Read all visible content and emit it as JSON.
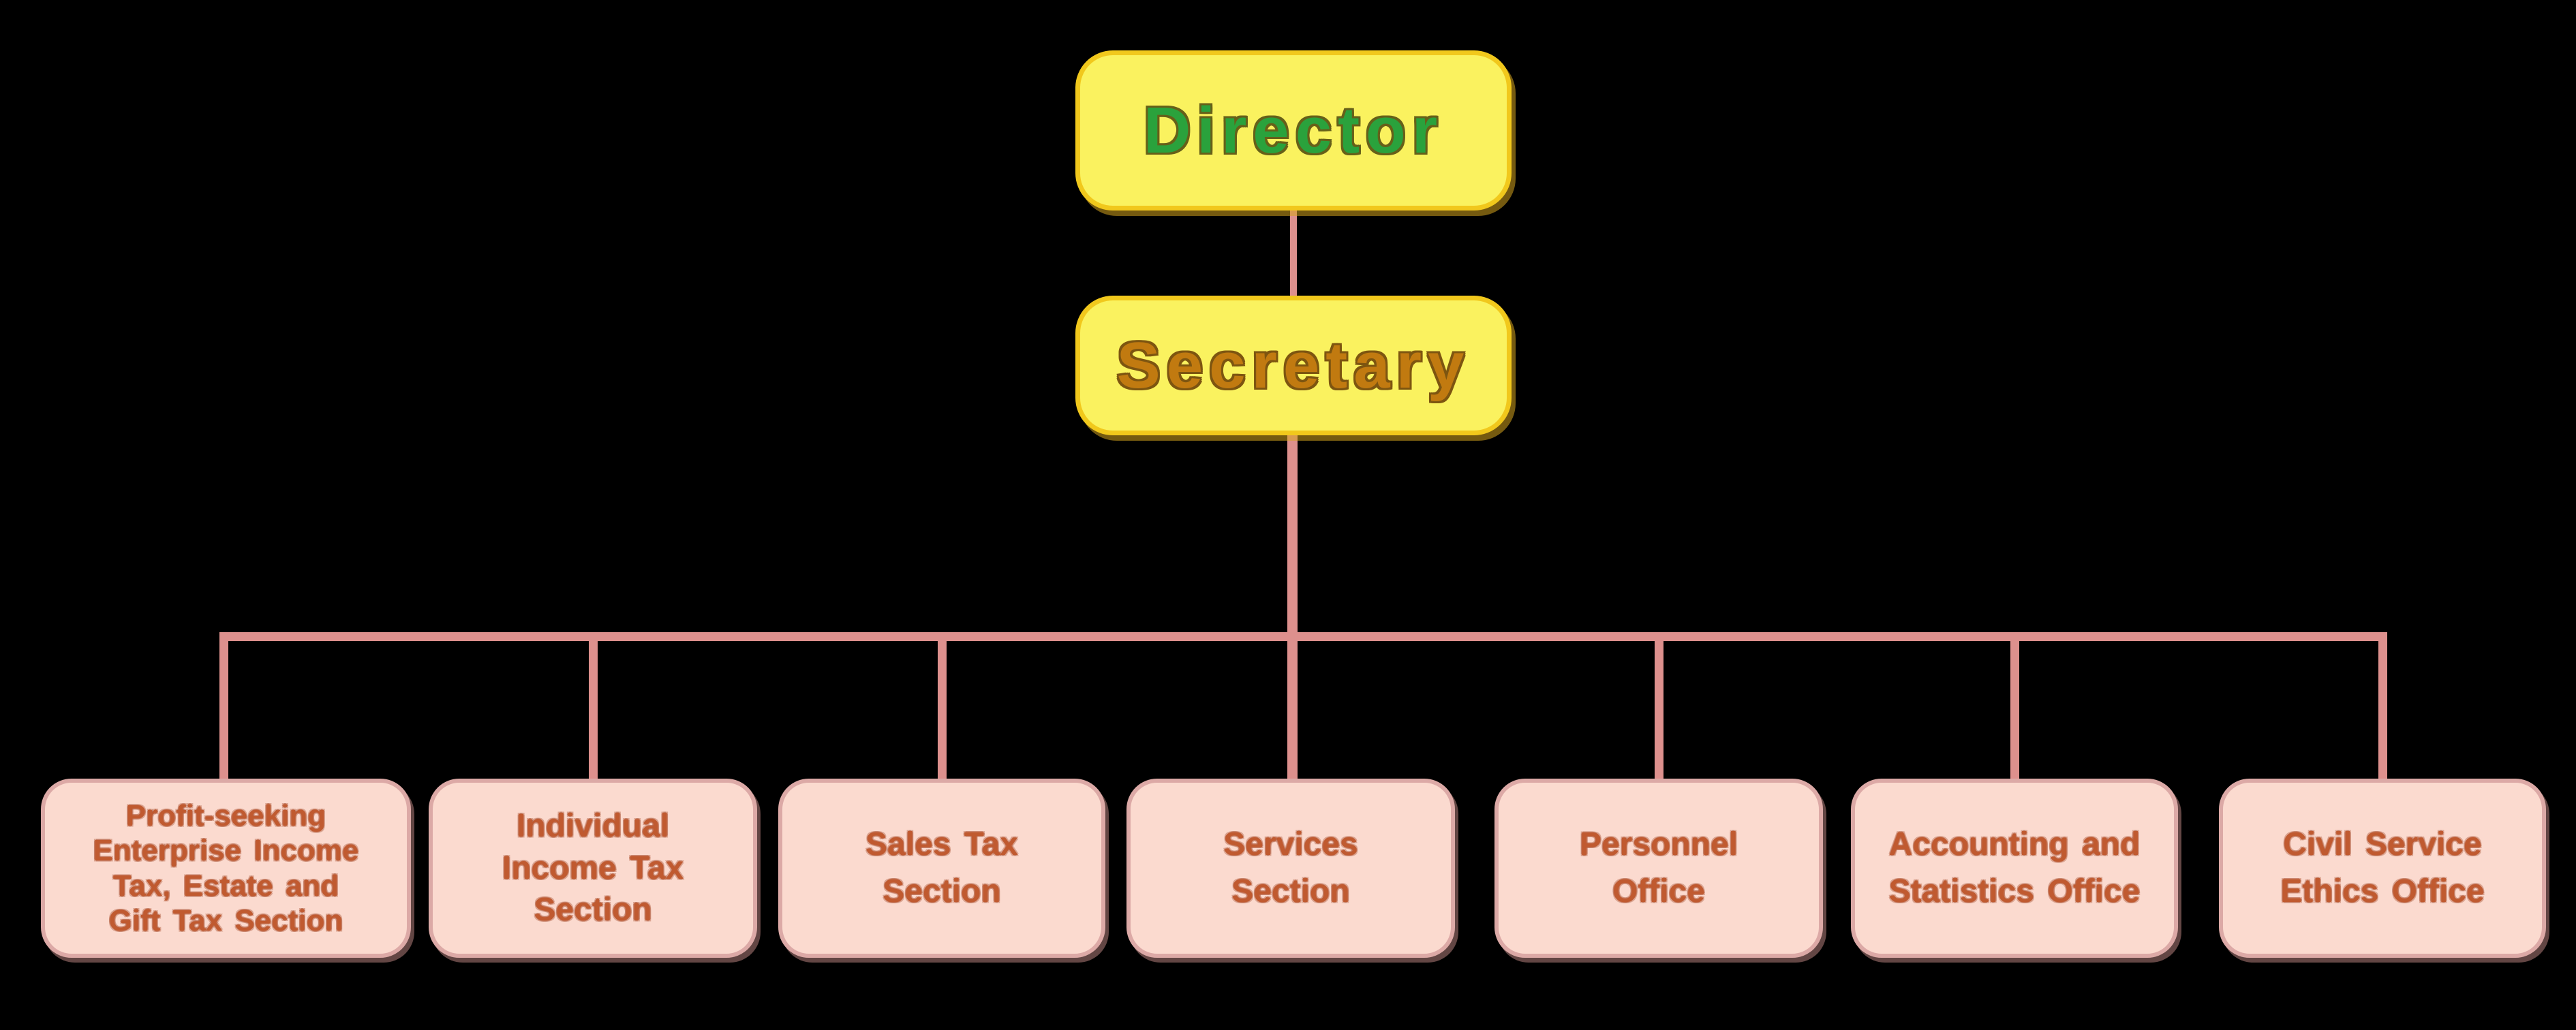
{
  "org": {
    "director": {
      "label": "Director"
    },
    "secretary": {
      "label": "Secretary"
    },
    "departments": [
      {
        "label": "Profit-seeking Enterprise Income Tax, Estate and Gift Tax Section",
        "lines": [
          "Profit-seeking",
          "Enterprise Income",
          "Tax, Estate and",
          "Gift Tax Section"
        ]
      },
      {
        "label": "Individual Income Tax Section",
        "lines": [
          "Individual",
          "Income Tax",
          "Section"
        ]
      },
      {
        "label": "Sales Tax Section",
        "lines": [
          "Sales Tax",
          "Section"
        ]
      },
      {
        "label": "Services Section",
        "lines": [
          "Services",
          "Section"
        ]
      },
      {
        "label": "Personnel Office",
        "lines": [
          "Personnel",
          "Office"
        ]
      },
      {
        "label": "Accounting and Statistics Office",
        "lines": [
          "Accounting and",
          "Statistics Office"
        ]
      },
      {
        "label": "Civil Service Ethics Office",
        "lines": [
          "Civil Service",
          "Ethics Office"
        ]
      }
    ],
    "palette": {
      "background": "#000000",
      "connector_line": "#DD908D",
      "top_node_fill": "#FAF25F",
      "top_node_border": "#F1C81C",
      "director_text": "#2AA23C",
      "secretary_text": "#C17A10",
      "department_fill": "#FBDACF",
      "department_border": "#DCA9A6",
      "department_text": "#C05A30"
    }
  }
}
